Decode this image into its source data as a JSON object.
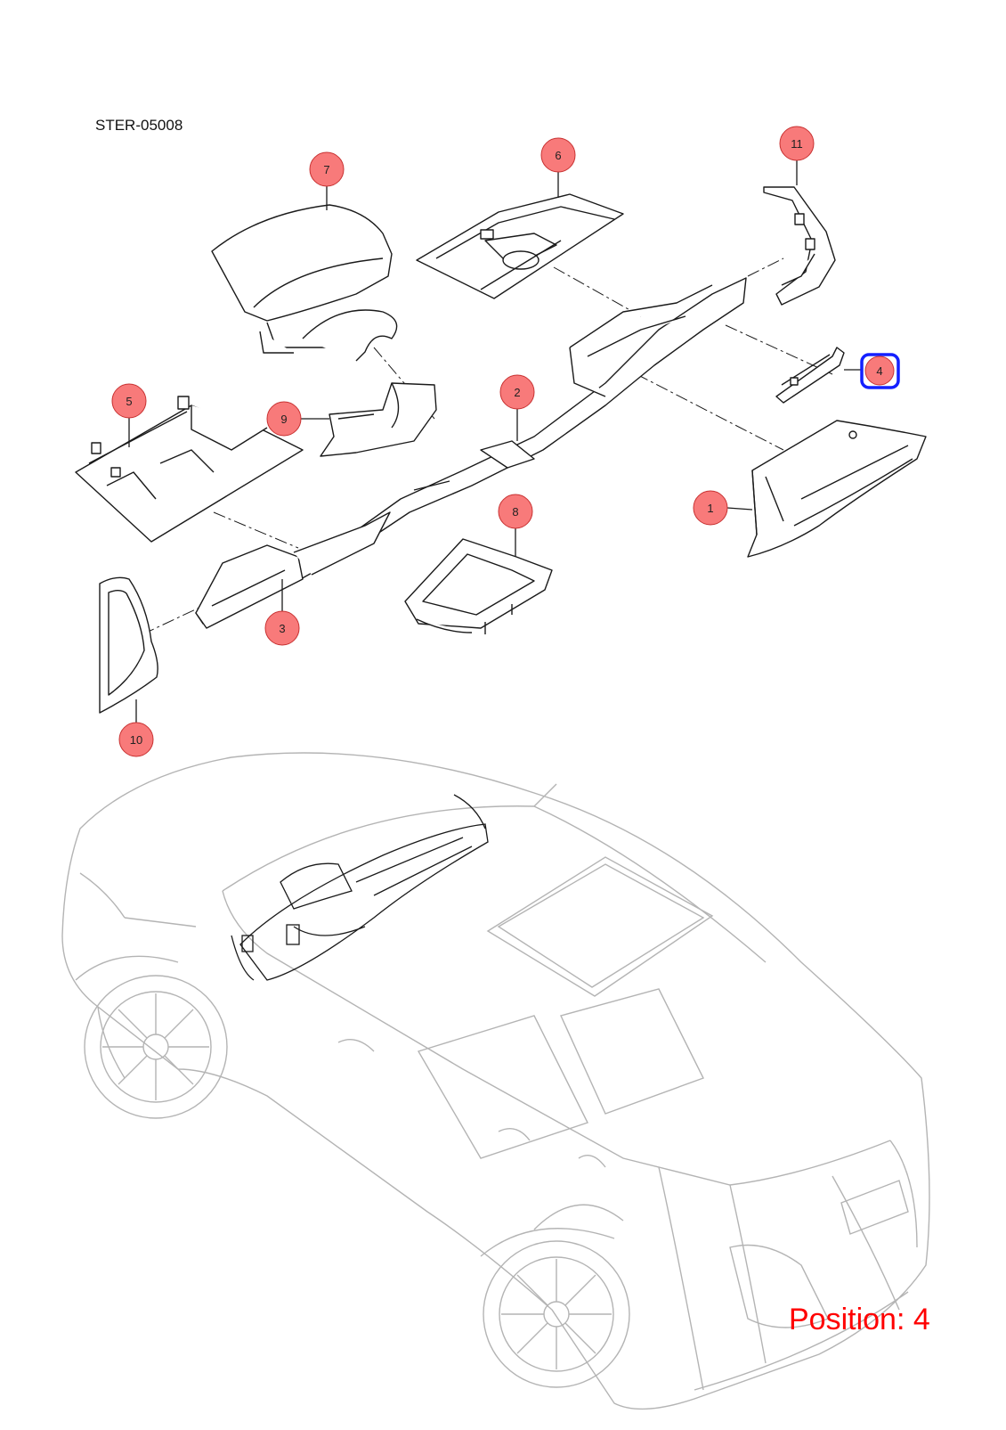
{
  "diagram_id": "STER-05008",
  "position": {
    "label": "Position: 4",
    "color": "#ff0000"
  },
  "selected_part": "4",
  "colors": {
    "callout_fill": "#f87a7a",
    "callout_stroke": "#c83232",
    "selection_stroke": "#1420ff",
    "part_line": "#1a1a1a",
    "car_line": "#b4b4b4"
  },
  "callouts": [
    {
      "id": "1",
      "label": "1"
    },
    {
      "id": "2",
      "label": "2"
    },
    {
      "id": "3",
      "label": "3"
    },
    {
      "id": "4",
      "label": "4"
    },
    {
      "id": "5",
      "label": "5"
    },
    {
      "id": "6",
      "label": "6"
    },
    {
      "id": "7",
      "label": "7"
    },
    {
      "id": "8",
      "label": "8"
    },
    {
      "id": "9",
      "label": "9"
    },
    {
      "id": "10",
      "label": "10"
    },
    {
      "id": "11",
      "label": "11"
    }
  ]
}
